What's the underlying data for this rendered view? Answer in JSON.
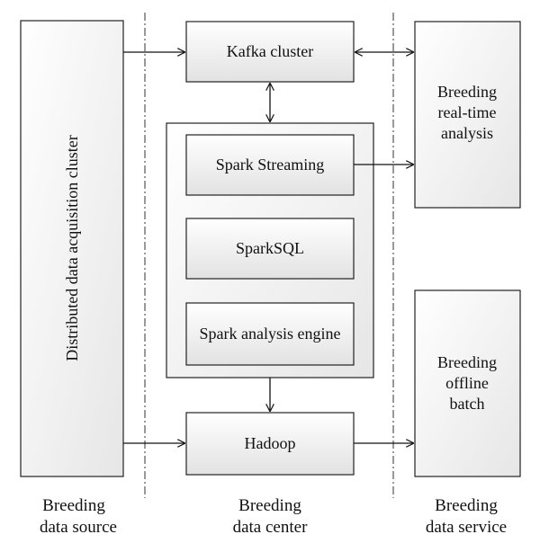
{
  "nodes": {
    "source_cluster": "Distributed data acquisition cluster",
    "kafka": "Kafka cluster",
    "spark_streaming": "Spark Streaming",
    "sparksql": "SparkSQL",
    "spark_engine": "Spark analysis engine",
    "hadoop": "Hadoop",
    "realtime": [
      "Breeding",
      "real-time",
      "analysis"
    ],
    "offline": [
      "Breeding",
      "offline",
      "batch"
    ]
  },
  "columns": {
    "source": [
      "Breeding",
      "data source"
    ],
    "center": [
      "Breeding",
      "data center"
    ],
    "service": [
      "Breeding",
      "data service"
    ]
  },
  "colors": {
    "box_fill_light": "#ffffff",
    "box_fill_dark": "#e4e4e4",
    "stroke": "#222222"
  }
}
